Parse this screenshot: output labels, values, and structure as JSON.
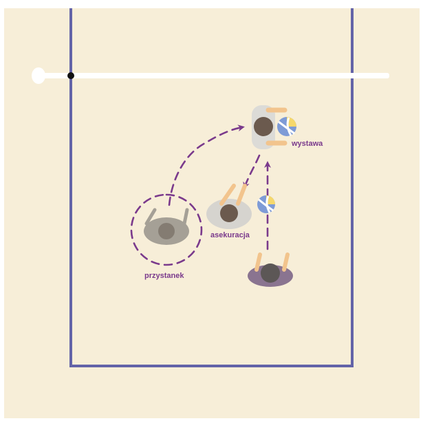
{
  "colors": {
    "court_background": "#f7eed8",
    "court_lines": "#6363a8",
    "net": "#ffffff",
    "movement_path": "#7a3a8c",
    "label_text": "#7a3a8c",
    "player_faded": "#8a8680",
    "player_asekuracja": "#d6d4cf",
    "player_wystawa": "#dcdbd7",
    "player_attacker": "#8a7490",
    "skin": "#f2c48d",
    "head": "#6b5a4e",
    "ball_blue": "#7e9bd6",
    "ball_yellow": "#f6d86b"
  },
  "labels": {
    "setter": "wystawa",
    "cover": "asekuracja",
    "stop": "przystanek"
  },
  "icons": {
    "net_post": "net-post-icon",
    "net_antenna": "net-antenna-dot-icon",
    "ball": "volleyball-icon",
    "player": "player-topdown-icon"
  }
}
